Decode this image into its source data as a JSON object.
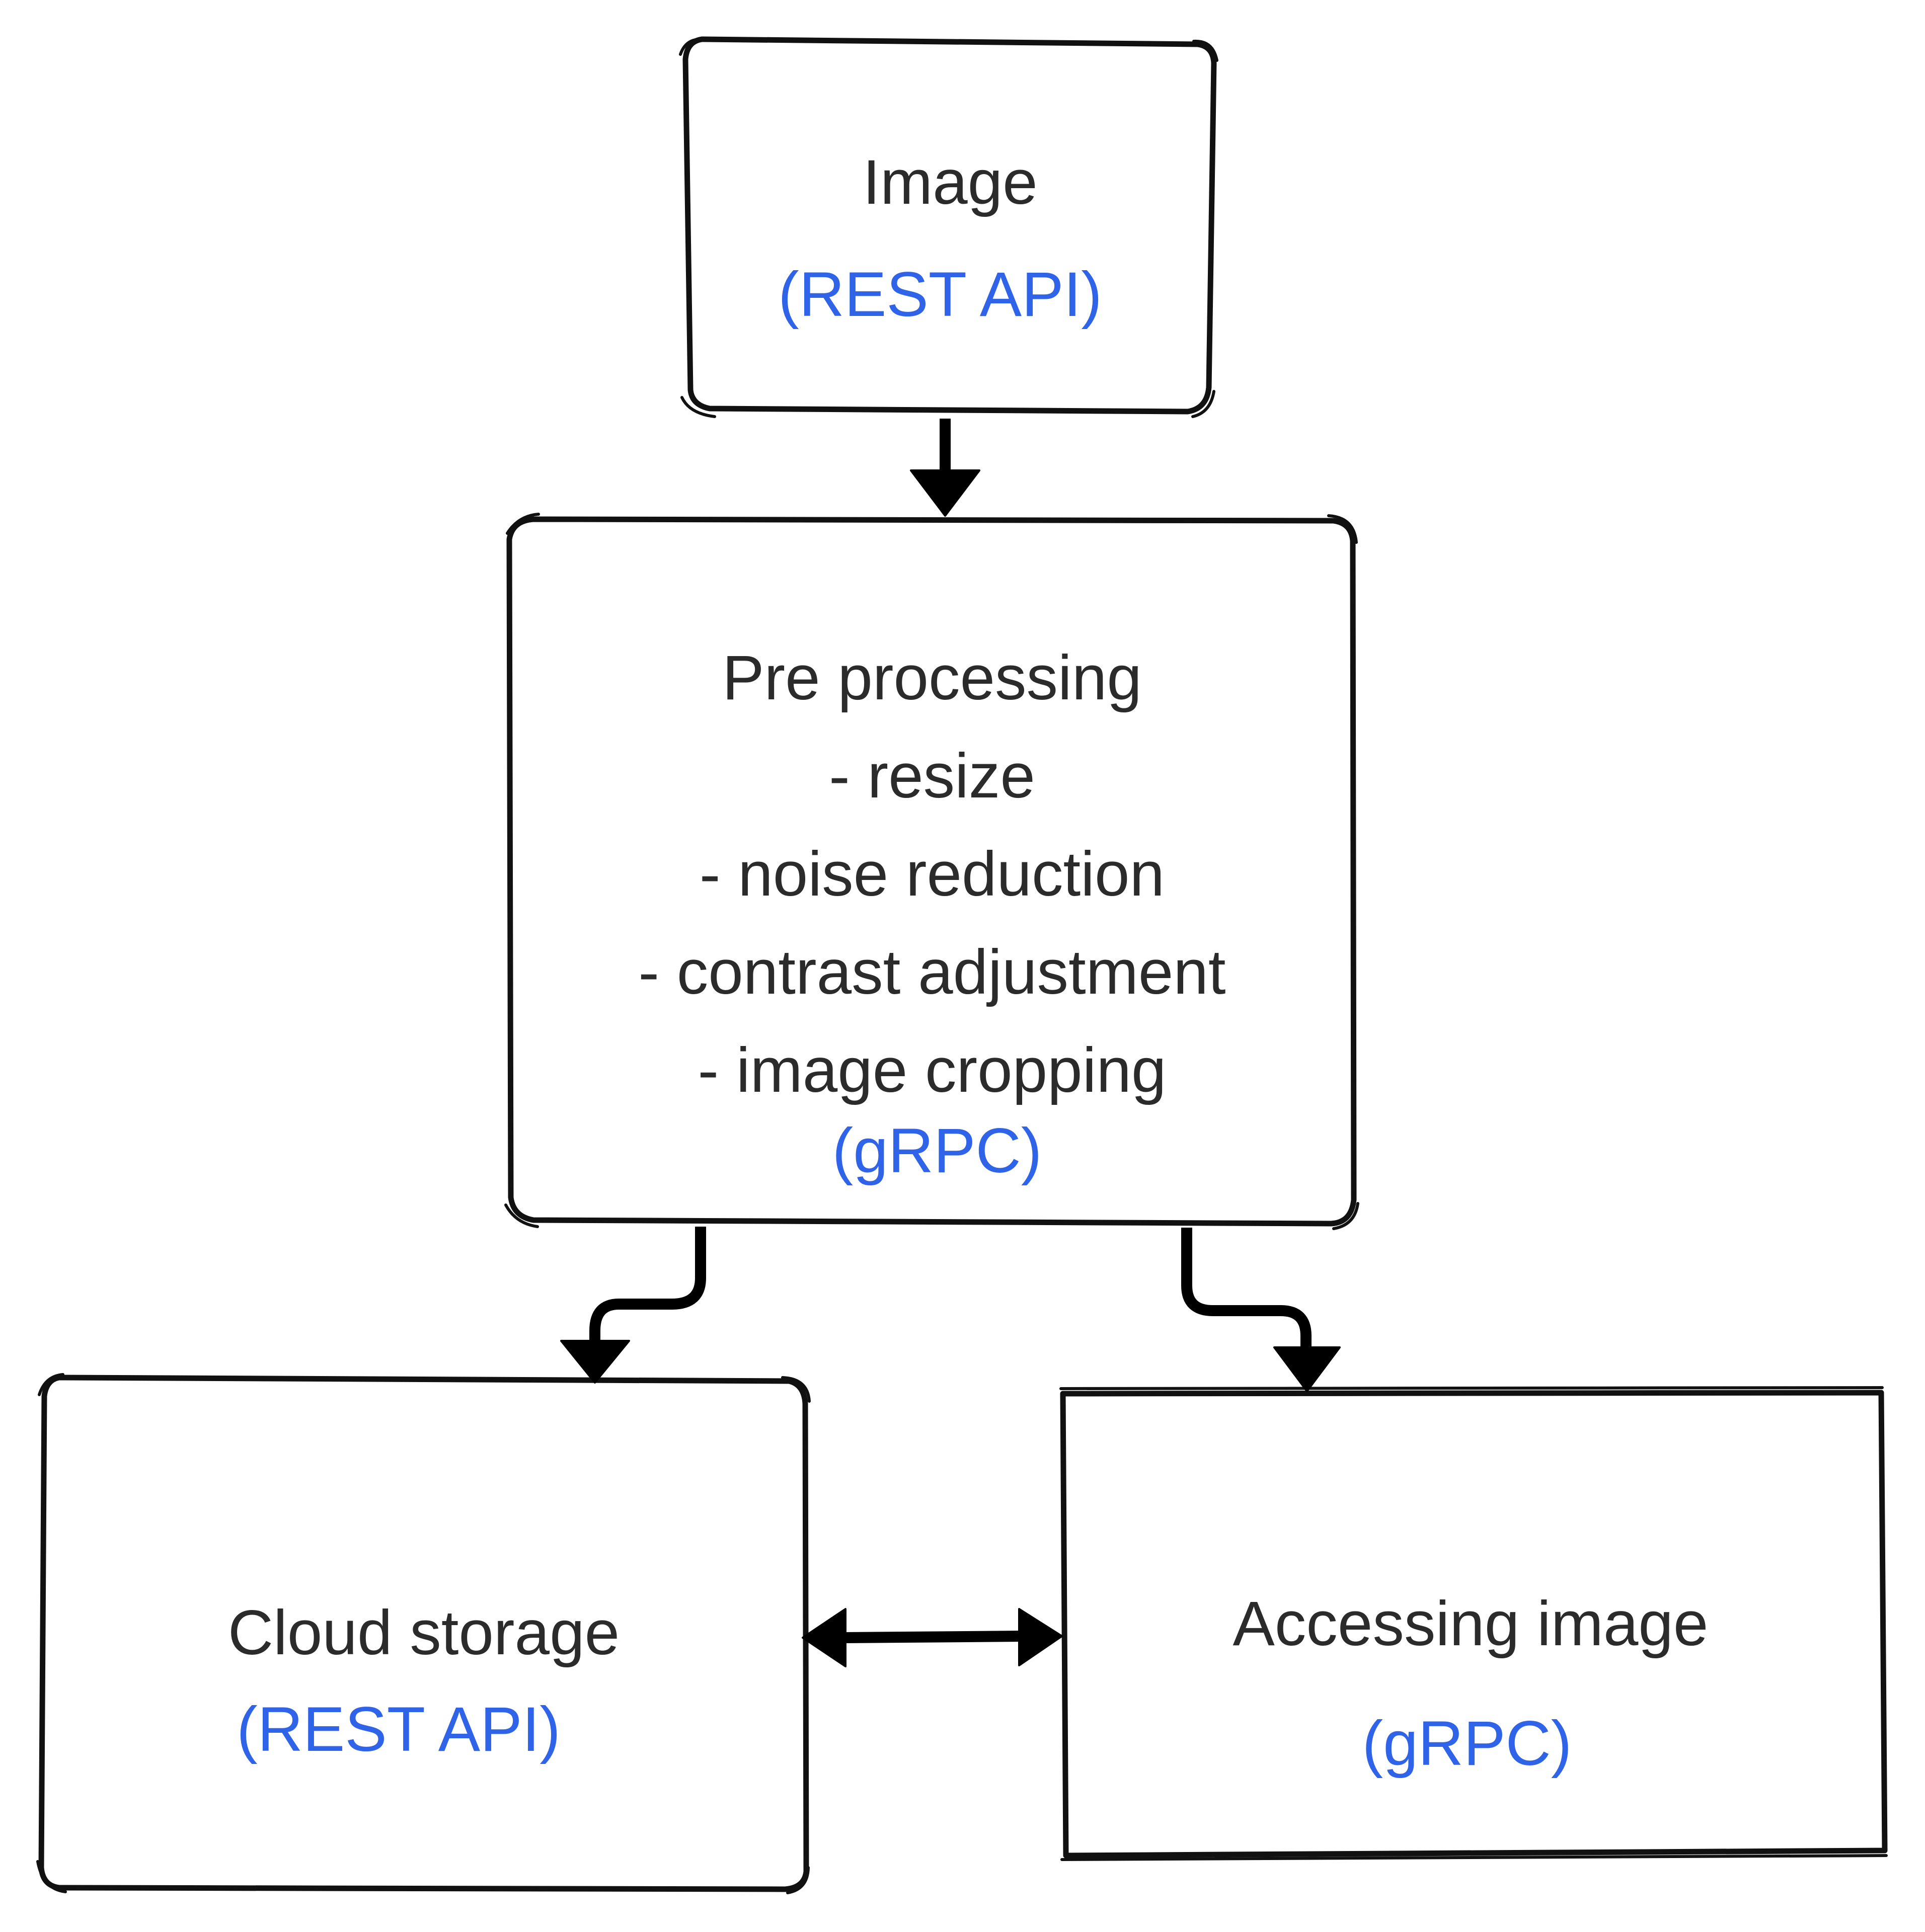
{
  "nodes": {
    "image": {
      "title": "Image",
      "protocol": "(REST API)"
    },
    "preprocessing": {
      "title": "Pre processing",
      "steps": [
        "- resize",
        "- noise reduction",
        "- contrast adjustment",
        "- image cropping"
      ],
      "protocol": "(gRPC)"
    },
    "cloud_storage": {
      "title": "Cloud storage",
      "protocol": "(REST API)"
    },
    "accessing_image": {
      "title": "Accessing image",
      "protocol": "(gRPC)"
    }
  },
  "colors": {
    "text": "#2b2b2b",
    "protocol": "#2f63e8",
    "stroke": "#111111"
  }
}
